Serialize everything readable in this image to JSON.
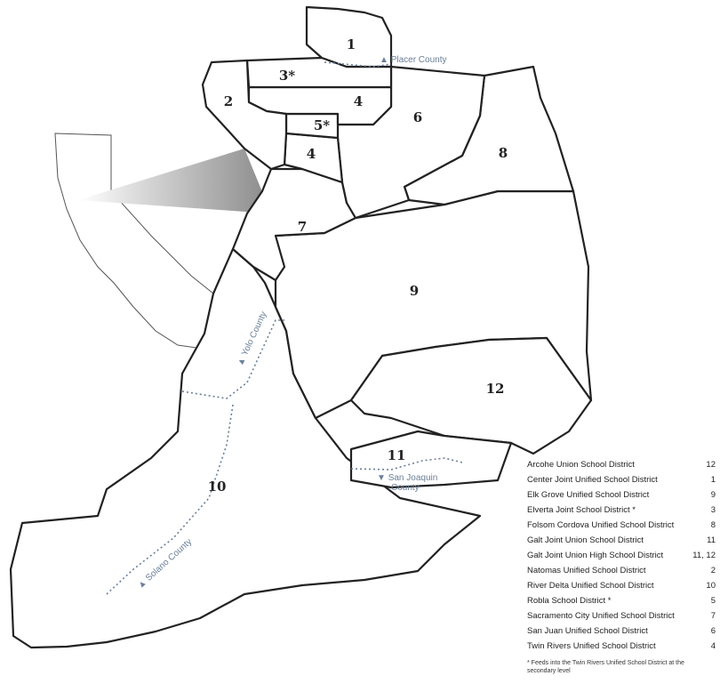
{
  "districts": [
    {
      "id": "1",
      "label": "1"
    },
    {
      "id": "2",
      "label": "2"
    },
    {
      "id": "3",
      "label": "3*"
    },
    {
      "id": "4a",
      "label": "4"
    },
    {
      "id": "4b",
      "label": "4"
    },
    {
      "id": "5",
      "label": "5*"
    },
    {
      "id": "6",
      "label": "6"
    },
    {
      "id": "7",
      "label": "7"
    },
    {
      "id": "8",
      "label": "8"
    },
    {
      "id": "9",
      "label": "9"
    },
    {
      "id": "10",
      "label": "10"
    },
    {
      "id": "11",
      "label": "11"
    },
    {
      "id": "12",
      "label": "12"
    }
  ],
  "counties": {
    "placer": "Placer County",
    "yolo": "Yolo County",
    "san_joaquin_1": "San Joaquin",
    "san_joaquin_2": "County",
    "solano": "Solano County"
  },
  "legend": {
    "items": [
      {
        "name": "Arcohe Union School District",
        "value": "12"
      },
      {
        "name": "Center Joint Unified School District",
        "value": "1"
      },
      {
        "name": "Elk Grove Unified School District",
        "value": "9"
      },
      {
        "name": "Elverta Joint School District *",
        "value": "3"
      },
      {
        "name": "Folsom Cordova Unified School District",
        "value": "8"
      },
      {
        "name": "Galt Joint Union School District",
        "value": "11"
      },
      {
        "name": "Galt Joint Union High School District",
        "value": "11, 12"
      },
      {
        "name": "Natomas Unified School District",
        "value": "2"
      },
      {
        "name": "River Delta Unified School District",
        "value": "10"
      },
      {
        "name": "Robla School District *",
        "value": "5"
      },
      {
        "name": "Sacramento City Unified School District",
        "value": "7"
      },
      {
        "name": "San Juan Unified School District",
        "value": "6"
      },
      {
        "name": "Twin Rivers Unified School District",
        "value": "4"
      }
    ],
    "footnote": "* Feeds into the Twin Rivers Unified School District at the secondary level"
  }
}
